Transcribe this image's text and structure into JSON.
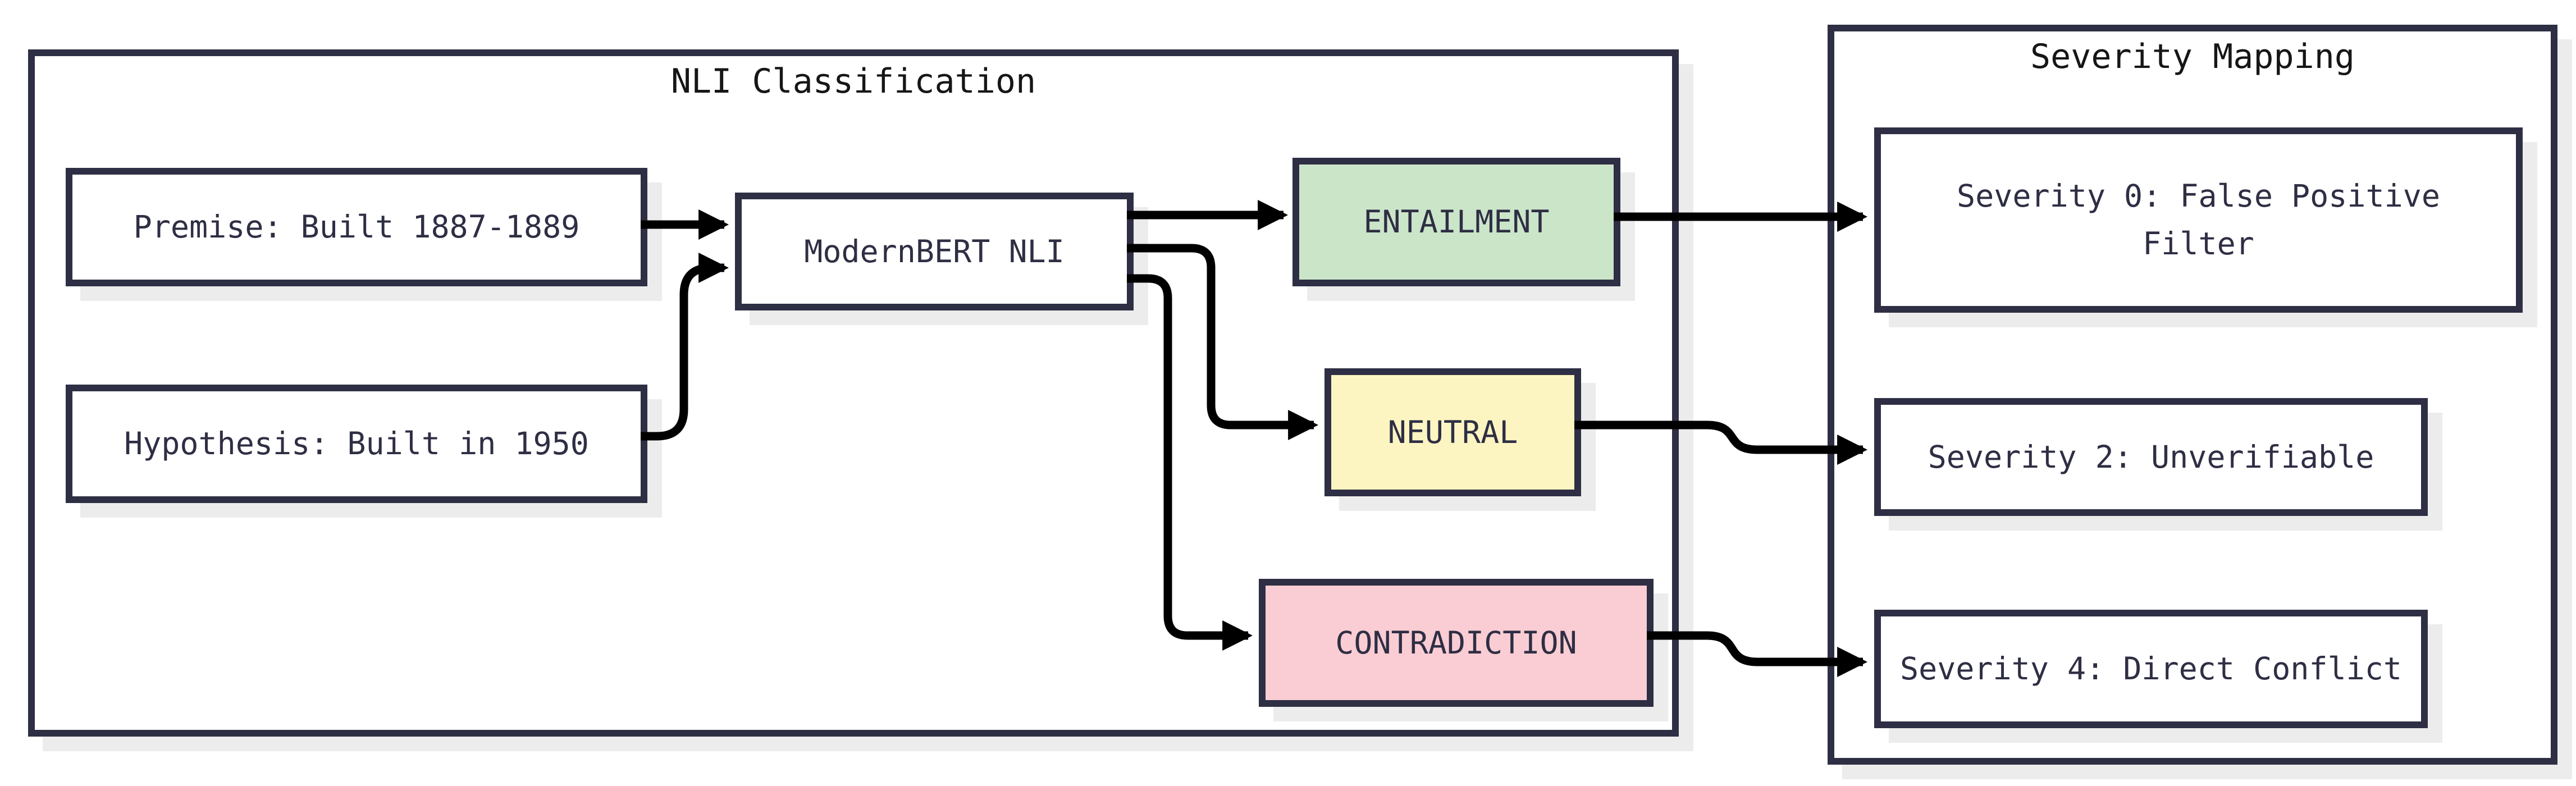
{
  "diagram": {
    "groups": {
      "nli": {
        "title": "NLI Classification"
      },
      "severity": {
        "title": "Severity Mapping"
      }
    },
    "nodes": {
      "premise": {
        "label": "Premise: Built 1887-1889",
        "fill": "#ffffff"
      },
      "hypothesis": {
        "label": "Hypothesis: Built in 1950",
        "fill": "#ffffff"
      },
      "model": {
        "label": "ModernBERT NLI",
        "fill": "#ffffff"
      },
      "entailment": {
        "label": "ENTAILMENT",
        "fill": "#cbe5c9"
      },
      "neutral": {
        "label": "NEUTRAL",
        "fill": "#fcf5c2"
      },
      "contradiction": {
        "label": "CONTRADICTION",
        "fill": "#f9cdd3"
      },
      "severity0": {
        "label": "Severity 0: False Positive Filter",
        "fill": "#ffffff"
      },
      "severity2": {
        "label": "Severity 2: Unverifiable",
        "fill": "#ffffff"
      },
      "severity4": {
        "label": "Severity 4: Direct Conflict",
        "fill": "#ffffff"
      }
    },
    "edges": [
      {
        "from": "premise",
        "to": "model"
      },
      {
        "from": "hypothesis",
        "to": "model"
      },
      {
        "from": "model",
        "to": "entailment"
      },
      {
        "from": "model",
        "to": "neutral"
      },
      {
        "from": "model",
        "to": "contradiction"
      },
      {
        "from": "entailment",
        "to": "severity0"
      },
      {
        "from": "neutral",
        "to": "severity2"
      },
      {
        "from": "contradiction",
        "to": "severity4"
      }
    ],
    "colors": {
      "border": "#2e2e44",
      "node_text": "#2e2e44",
      "title_text": "#161616",
      "arrow": "#000000",
      "shadow": "#ececec",
      "entailment_fill": "#cbe5c9",
      "neutral_fill": "#fcf5c2",
      "contradiction_fill": "#f9cdd3",
      "background": "#ffffff"
    }
  }
}
